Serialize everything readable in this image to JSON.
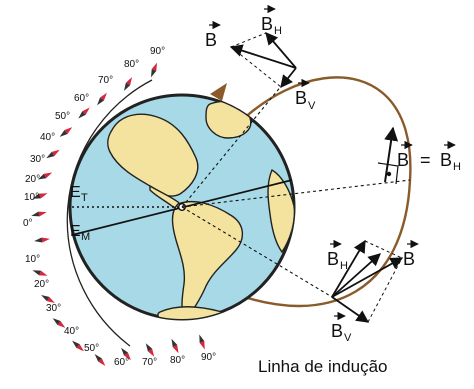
{
  "colors": {
    "ocean": "#a7d9e7",
    "land": "#f4e39f",
    "induction_line": "#8b5a2b",
    "vector": "#111111",
    "compass_red": "#d7263d",
    "compass_dark": "#333333"
  },
  "labels": {
    "caption": "Linha de indução",
    "e_t": "E",
    "e_t_sub": "T",
    "e_m": "E",
    "e_m_sub": "M",
    "b_top": "B",
    "bh_top": "B",
    "bh_top_sub": "H",
    "bv_top": "B",
    "bv_top_sub": "V",
    "b_eq_main": "B",
    "b_eq_equals": "=",
    "b_eq_rhs": "B",
    "b_eq_rhs_sub": "H",
    "bh_bottom": "B",
    "bh_bottom_sub": "H",
    "b_bottom": "B",
    "bv_bottom": "B",
    "bv_bottom_sub": "V"
  },
  "compass_north": [
    {
      "label": "90°",
      "icon": "compass-needle"
    },
    {
      "label": "80°",
      "icon": "compass-needle"
    },
    {
      "label": "70°",
      "icon": "compass-needle"
    },
    {
      "label": "60°",
      "icon": "compass-needle"
    },
    {
      "label": "50°",
      "icon": "compass-needle"
    },
    {
      "label": "40°",
      "icon": "compass-needle"
    },
    {
      "label": "30°",
      "icon": "compass-needle"
    },
    {
      "label": "20°",
      "icon": "compass-needle"
    },
    {
      "label": "10°",
      "icon": "compass-needle"
    },
    {
      "label": "0°",
      "icon": "compass-needle"
    }
  ],
  "compass_south": [
    {
      "label": "10°",
      "icon": "compass-needle"
    },
    {
      "label": "20°",
      "icon": "compass-needle"
    },
    {
      "label": "30°",
      "icon": "compass-needle"
    },
    {
      "label": "40°",
      "icon": "compass-needle"
    },
    {
      "label": "50°",
      "icon": "compass-needle"
    },
    {
      "label": "60°",
      "icon": "compass-needle"
    },
    {
      "label": "70°",
      "icon": "compass-needle"
    },
    {
      "label": "80°",
      "icon": "compass-needle"
    },
    {
      "label": "90°",
      "icon": "compass-needle"
    }
  ]
}
